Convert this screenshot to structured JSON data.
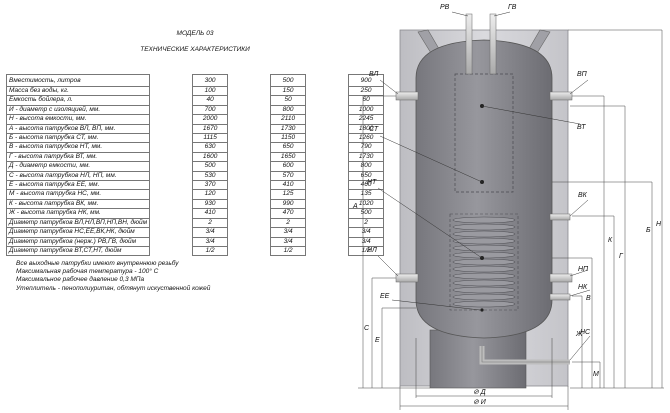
{
  "model_title": "МОДЕЛЬ 03",
  "specs_title": "ТЕХНИЧЕСКИЕ ХАРАКТЕРИСТИКИ",
  "specs_rows": [
    {
      "label": "Вместимость, литров",
      "values": [
        "300",
        "500",
        "900"
      ]
    },
    {
      "label": "Масса без воды, кг.",
      "values": [
        "100",
        "150",
        "250"
      ]
    },
    {
      "label": "Емкость бойлера, л.",
      "values": [
        "40",
        "50",
        "60"
      ]
    },
    {
      "label": "И - диаметр с изоляцией, мм.",
      "values": [
        "700",
        "800",
        "1000"
      ]
    },
    {
      "label": "Н - высота емкости, мм.",
      "values": [
        "2000",
        "2110",
        "2245"
      ]
    },
    {
      "label": "А - высота патрубков ВЛ, ВП, мм.",
      "values": [
        "1670",
        "1730",
        "1800"
      ]
    },
    {
      "label": "Б - высота патрубка СТ, мм.",
      "values": [
        "1115",
        "1150",
        "1260"
      ]
    },
    {
      "label": "В - высота патрубков НТ, мм.",
      "values": [
        "630",
        "650",
        "790"
      ]
    },
    {
      "label": "Г - высота патрубка ВТ, мм.",
      "values": [
        "1600",
        "1650",
        "1730"
      ]
    },
    {
      "label": "Д - диаметр емкости, мм.",
      "values": [
        "500",
        "600",
        "800"
      ]
    },
    {
      "label": "С - высота патрубков НЛ, НП, мм.",
      "values": [
        "530",
        "570",
        "650"
      ]
    },
    {
      "label": "Е - высота патрубка ЕЕ, мм.",
      "values": [
        "370",
        "410",
        "460"
      ]
    },
    {
      "label": "М - высота патрубка НС, мм.",
      "values": [
        "120",
        "125",
        "135"
      ]
    },
    {
      "label": "К - высота патрубка ВК, мм.",
      "values": [
        "930",
        "990",
        "1020"
      ]
    },
    {
      "label": "Ж - высота патрубка НК, мм.",
      "values": [
        "410",
        "470",
        "500"
      ]
    },
    {
      "label": "Диаметр патрубков ВЛ,НЛ,ВП,НП,ВН, дюйм",
      "values": [
        "2",
        "2",
        "2"
      ]
    },
    {
      "label": "Диаметр патрубков НС,ЕЕ,ВК,НК, дюйм",
      "values": [
        "3/4",
        "3/4",
        "3/4"
      ]
    },
    {
      "label": "Диаметр патрубков (нерж.) РВ,ГВ, дюйм",
      "values": [
        "3/4",
        "3/4",
        "3/4"
      ]
    },
    {
      "label": "Диаметр патрубков ВТ,СТ,НТ, дюйм",
      "values": [
        "1/2",
        "1/2",
        "1/2"
      ]
    }
  ],
  "notes": [
    "Все выходные патрубки имеют внутреннюю резьбу",
    "Максимальная рабочая температура - 100° С",
    "Максимальное рабочее давление 0,3 МПа",
    "Утеплитель - пенополиуритан, обтянут искуственной кожей"
  ],
  "drawing": {
    "label_pv": "РВ",
    "label_gv": "ГВ",
    "label_vl": "ВЛ",
    "label_vp": "ВП",
    "label_st": "СТ",
    "label_vt": "ВТ",
    "label_nt": "НТ",
    "label_vk": "ВК",
    "label_nl": "НЛ",
    "label_np": "НП",
    "label_nk": "НК",
    "label_ee": "ЕЕ",
    "label_ns": "НС",
    "dim_a": "А",
    "dim_b": "Б",
    "dim_v": "В",
    "dim_g": "Г",
    "dim_n": "Н",
    "dim_k": "К",
    "dim_zh": "Ж",
    "dim_m": "М",
    "dim_s": "С",
    "dim_e": "Е",
    "dim_d": "⊘ Д",
    "dim_i": "⊘ И"
  },
  "colors": {
    "tank_body": "#8e8e94",
    "tank_shadow": "#6f6f75",
    "insulation": "#cfcfd4",
    "pipe": "#d7d7d7",
    "coil": "#9a9aa0"
  }
}
